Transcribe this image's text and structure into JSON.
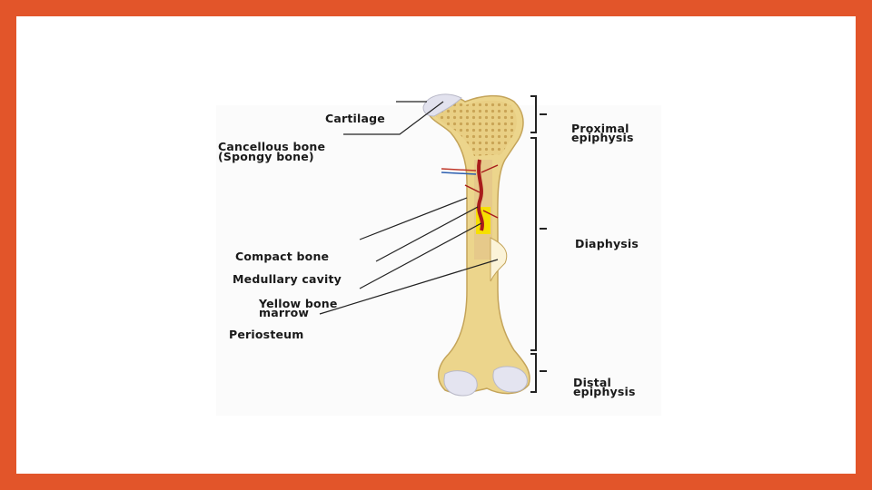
{
  "labels": {
    "cartilage": "Cartilage",
    "cancellous_line1": "Cancellous bone",
    "cancellous_line2": "(Spongy bone)",
    "compact_bone": "Compact bone",
    "medullary_cavity": "Medullary cavity",
    "yellow_marrow_line1": "Yellow bone",
    "yellow_marrow_line2": "marrow",
    "periosteum": "Periosteum",
    "proximal_line1": "Proximal",
    "proximal_line2": "epiphysis",
    "diaphysis": "Diaphysis",
    "distal_line1": "Distal",
    "distal_line2": "epiphysis"
  },
  "colors": {
    "frame": "#e2552a",
    "bone": "#ecd58c",
    "bone_outline": "#c4a45a",
    "cartilage": "#e2e2ee",
    "marrow": "#f6e000",
    "blood_vessel": "#a81c1c",
    "leader_line": "#222222"
  }
}
